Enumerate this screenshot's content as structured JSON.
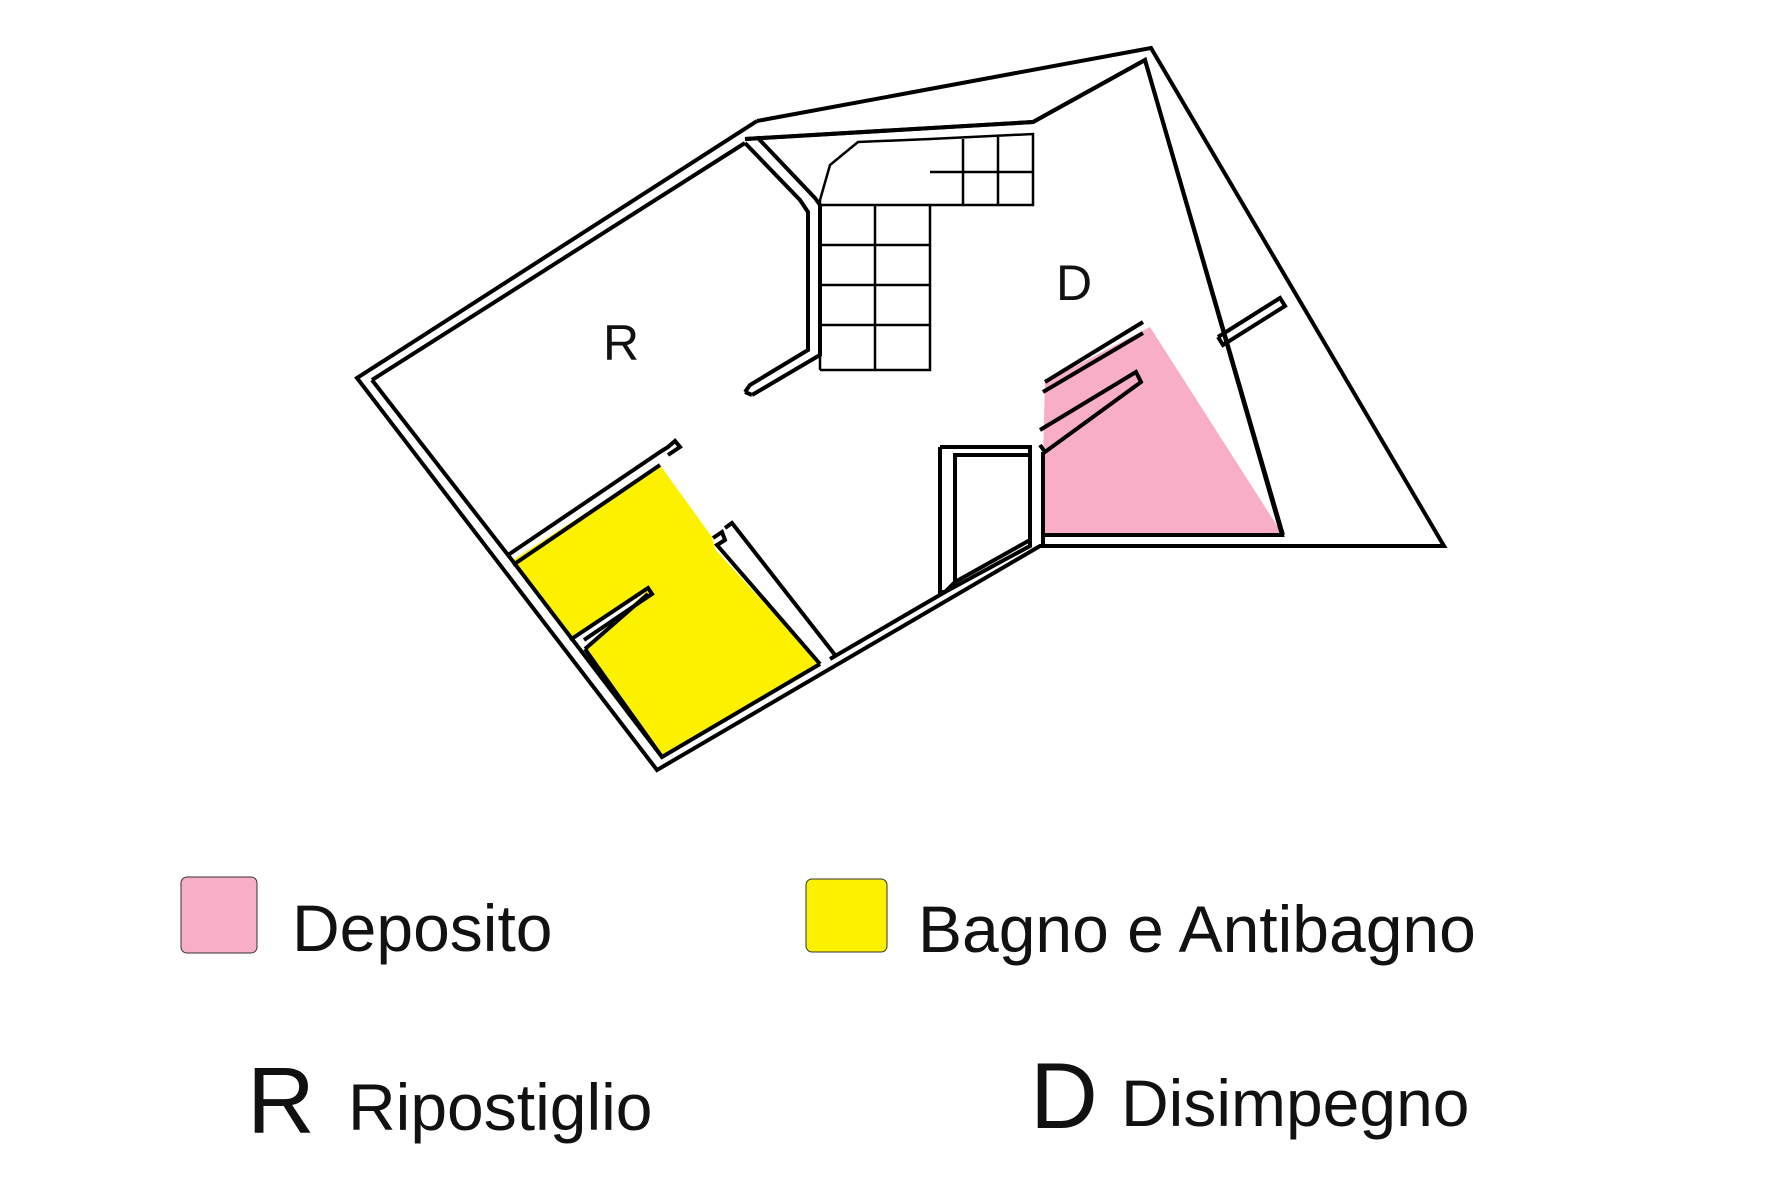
{
  "plan": {
    "rooms": {
      "r_letter": "R",
      "d_letter": "D"
    },
    "colors": {
      "deposito": "#f9aec8",
      "bagno": "#fcf200",
      "wall": "#000000",
      "background": "#ffffff"
    }
  },
  "legend": {
    "deposito_label": "Deposito",
    "bagno_label": "Bagno e Antibagno",
    "r_key": "R",
    "r_label": "Ripostiglio",
    "d_key": "D",
    "d_label": "Disimpegno"
  }
}
